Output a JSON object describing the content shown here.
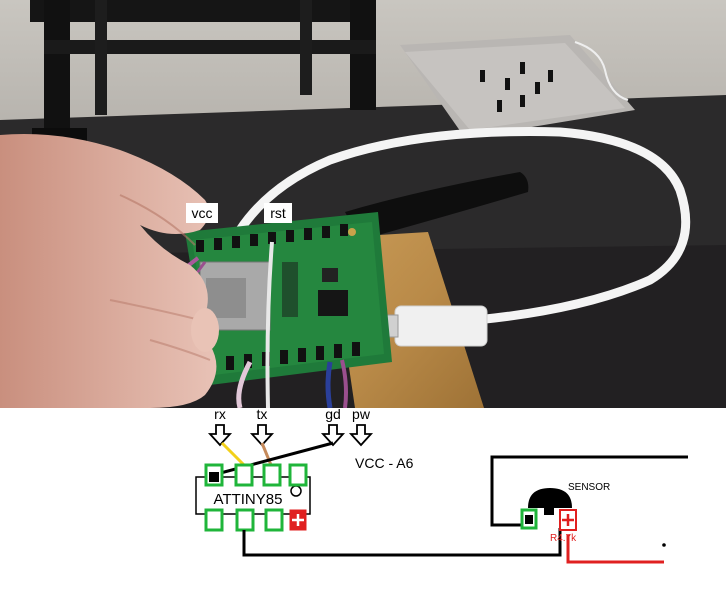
{
  "photo_labels": {
    "vcc": "vcc",
    "rst": "rst"
  },
  "pins": {
    "rx": "rx",
    "tx": "tx",
    "gd": "gd",
    "pw": "pw"
  },
  "annotation": "VCC - A6",
  "chip_label": "ATTINY85",
  "sensor_label": "SENSOR",
  "resistor_label": "R4.7k",
  "colors": {
    "pad_outline": "#1fb53a",
    "power_red": "#e02020",
    "rx_wire": "#f2d01a",
    "tx_wire": "#c68a5a",
    "pcb_green": "#1f7a3a",
    "cable_white": "#f4f4f4",
    "purple_wire": "#a85a9a"
  }
}
